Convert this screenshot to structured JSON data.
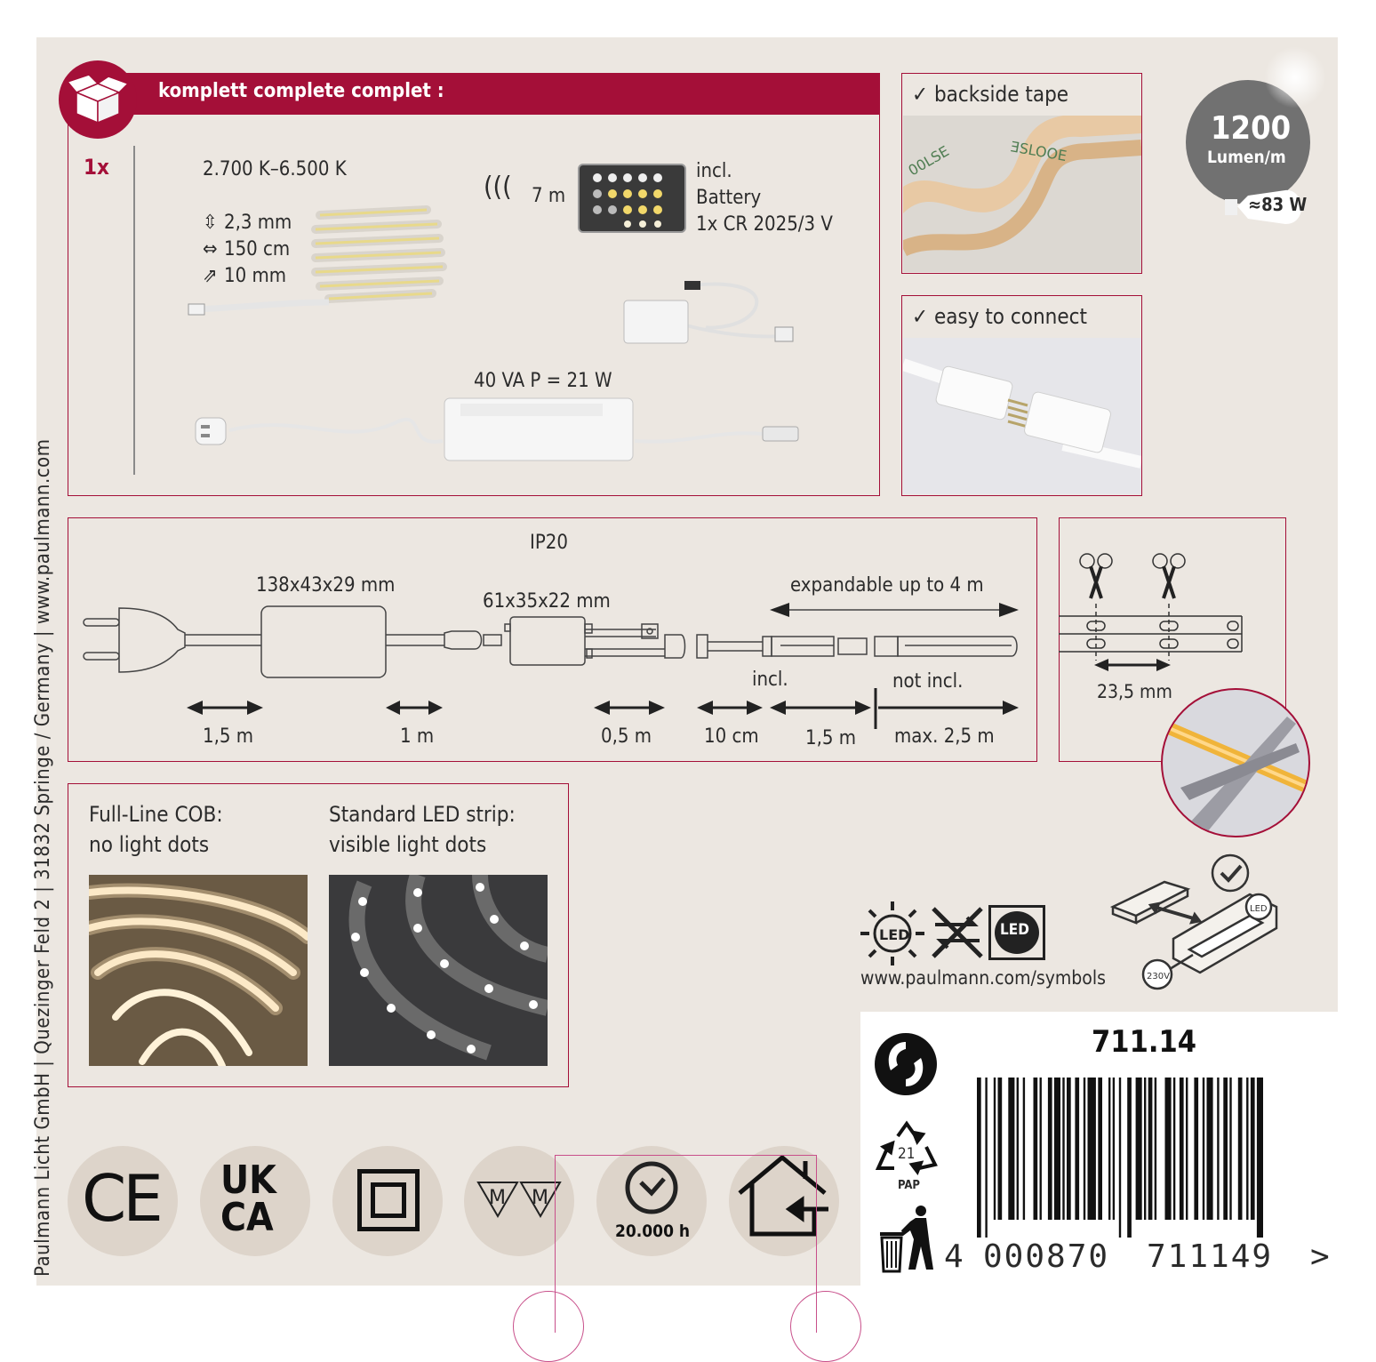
{
  "header": {
    "title": "komplett  complete  complet :"
  },
  "quantity": "1x",
  "kit": {
    "color_temp": "2.700 K–6.500 K",
    "height": "2,3 mm",
    "length": "150 cm",
    "width": "10 mm",
    "remote_range": "7 m",
    "remote_incl_1": "incl.",
    "remote_incl_2": "Battery",
    "remote_incl_3": "1x CR 2025/3 V",
    "power_rating": "40 VA   P = 21 W"
  },
  "features": [
    {
      "label": "✓ backside tape"
    },
    {
      "label": "✓ easy to connect"
    }
  ],
  "badge": {
    "lumen_value": "1200",
    "lumen_unit": "Lumen/m",
    "watt": "≈83 W"
  },
  "diagram": {
    "ip": "IP20",
    "driver_size": "138x43x29 mm",
    "controller_size": "61x35x22 mm",
    "expandable": "expandable up to 4 m",
    "incl": "incl.",
    "not_incl": "not incl.",
    "d1": "1,5 m",
    "d2": "1 m",
    "d3": "0,5 m",
    "d4": "10 cm",
    "d5": "1,5 m",
    "d6": "max. 2,5 m"
  },
  "cut": {
    "spacing": "23,5 mm"
  },
  "compare": {
    "cob_1": "Full-Line COB:",
    "cob_2": "no light dots",
    "std_1": "Standard LED strip:",
    "std_2": "visible light dots"
  },
  "symbols": {
    "url": "www.paulmann.com/symbols",
    "led": "LED",
    "led_small": "LED",
    "v230": "230V"
  },
  "certs": {
    "ce": "CE",
    "uk1": "UK",
    "uk2": "CA",
    "m": "M",
    "hours": "20.000 h"
  },
  "recycle": {
    "code": "21",
    "material": "PAP"
  },
  "article": "711.14",
  "barcode": {
    "first": "4",
    "left": "000870",
    "right": "711149",
    "end": ">"
  },
  "side_text": "Paulmann Licht GmbH | Quezinger Feld 2 | 31832 Springe / Germany | www.paulmann.com"
}
